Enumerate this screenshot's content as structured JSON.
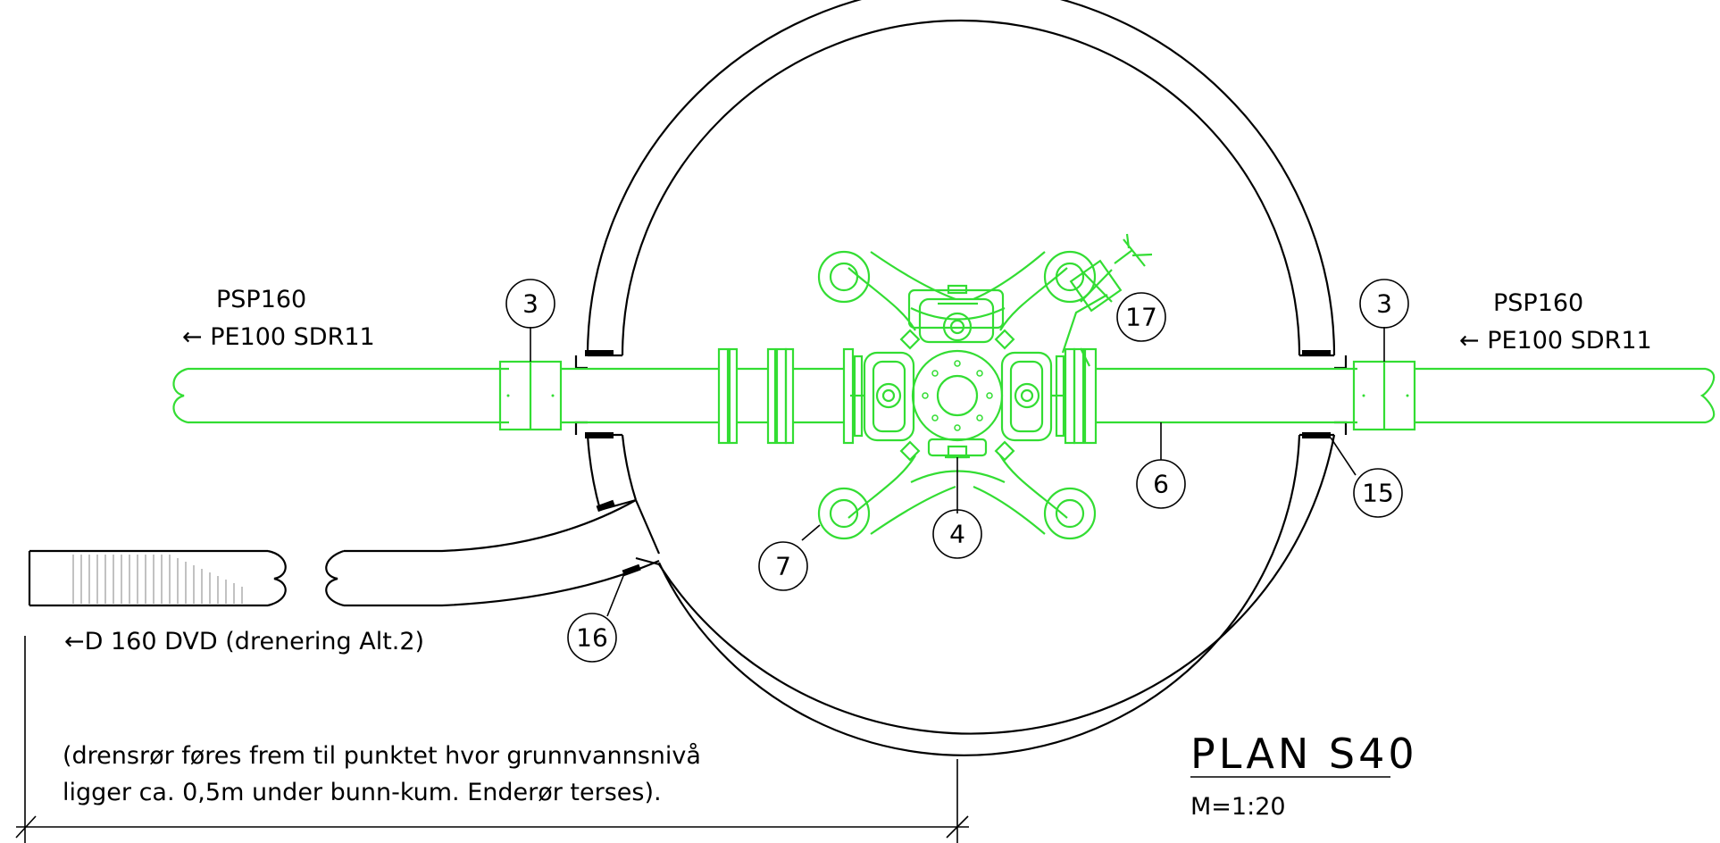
{
  "labels": {
    "left_pipe_name": "PSP160",
    "left_pipe_spec": "← PE100 SDR11",
    "right_pipe_name": "PSP160",
    "right_pipe_spec": "← PE100 SDR11",
    "drain_spec": "←D 160 DVD (drenering Alt.2)",
    "note_line1": "(drensrør føres frem til punktet hvor grunnvannsnivå",
    "note_line2": "ligger ca. 0,5m under bunn-kum. Enderør terses)."
  },
  "title_block": {
    "title": "PLAN S40",
    "scale": "M=1:20"
  },
  "callouts": [
    {
      "id": "callout-3-left",
      "text": "3"
    },
    {
      "id": "callout-3-right",
      "text": "3"
    },
    {
      "id": "callout-17",
      "text": "17"
    },
    {
      "id": "callout-6",
      "text": "6"
    },
    {
      "id": "callout-15",
      "text": "15"
    },
    {
      "id": "callout-4",
      "text": "4"
    },
    {
      "id": "callout-7",
      "text": "7"
    },
    {
      "id": "callout-16",
      "text": "16"
    }
  ],
  "colors": {
    "linework": "#000000",
    "equipment": "#33dd33"
  }
}
